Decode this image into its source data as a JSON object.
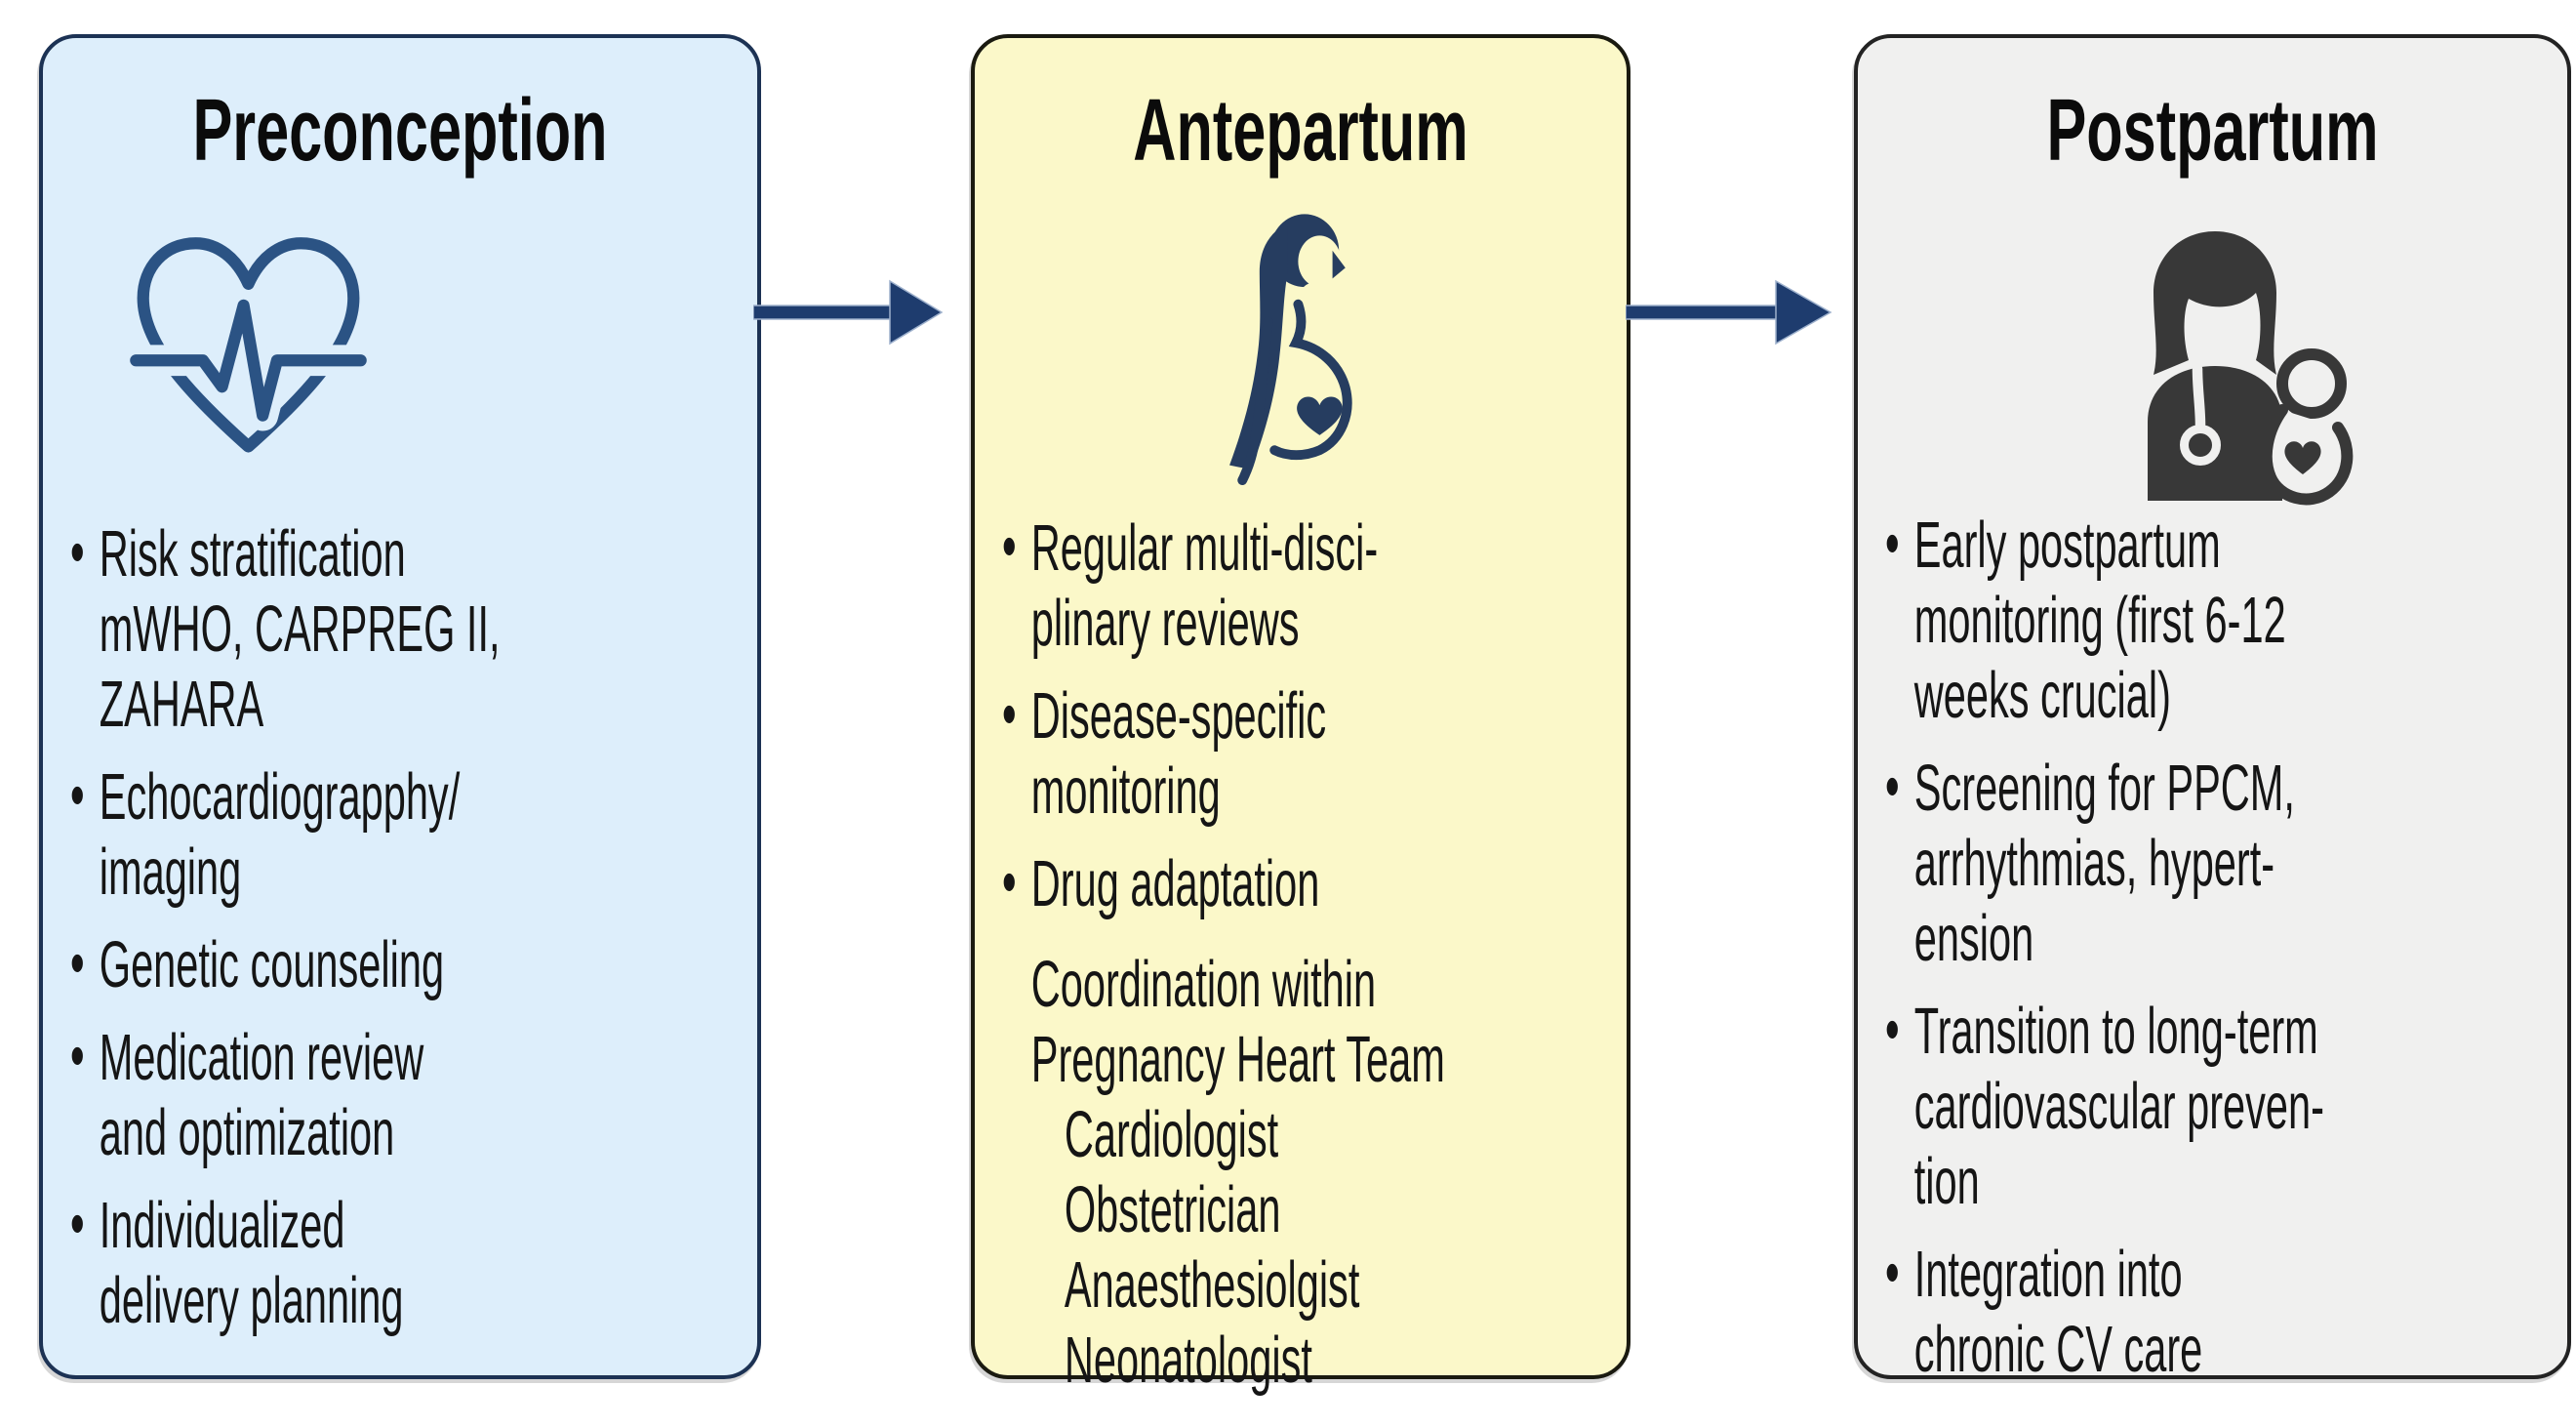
{
  "ui": {
    "bullet_char": "•"
  },
  "panels": [
    {
      "title": "Preconception",
      "icon": "heart-ecg-icon",
      "bullets": [
        {
          "lines": [
            "Risk stratification",
            "mWHO, CARPREG II,",
            "ZAHARA"
          ]
        },
        {
          "lines": [
            "Echocardiograpphy/",
            "imaging"
          ]
        },
        {
          "lines": [
            "Genetic counseling"
          ]
        },
        {
          "lines": [
            "Medication review",
            "and optimization"
          ]
        },
        {
          "lines": [
            "Individualized",
            "delivery planning"
          ]
        }
      ]
    },
    {
      "title": "Antepartum",
      "icon": "pregnant-woman-icon",
      "bullets": [
        {
          "lines": [
            "Regular multi-disci-",
            "plinary reviews"
          ]
        },
        {
          "lines": [
            "Disease-specific",
            "monitoring"
          ]
        },
        {
          "lines": [
            "Drug adaptation"
          ]
        }
      ],
      "coordination": {
        "lines": [
          "Coordination within",
          "Pregnancy Heart Team"
        ]
      },
      "team": [
        "Cardiologist",
        "Obstetrician",
        "Anaesthesiolgist",
        "Neonatologist"
      ]
    },
    {
      "title": "Postpartum",
      "icon": "doctor-baby-icon",
      "bullets": [
        {
          "lines": [
            "Early postpartum",
            "monitoring (first 6-12",
            "weeks crucial)"
          ]
        },
        {
          "lines": [
            "Screening for PPCM,",
            "arrhythmias, hypert-",
            "ension"
          ]
        },
        {
          "lines": [
            "Transition to long-term",
            "cardiovascular preven-",
            "tion"
          ]
        },
        {
          "lines": [
            "Integration into",
            "chronic CV care"
          ]
        }
      ]
    }
  ],
  "colors": {
    "panel1_bg": "#ddeefb",
    "panel2_bg": "#fbf8c9",
    "panel3_bg": "#f0f0ef",
    "panel1_border": "#1c3254",
    "arrow": "#1e3c6e",
    "heart_icon": "#2b5384",
    "woman_icon": "#263d60",
    "doctor_icon": "#383838",
    "text": "#151515"
  }
}
